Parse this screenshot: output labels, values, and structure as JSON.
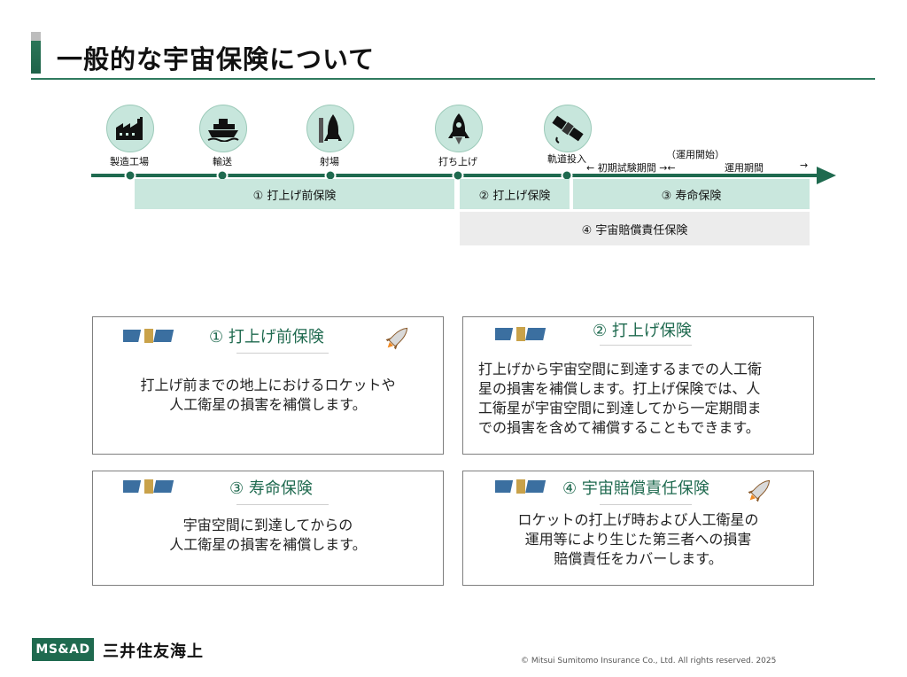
{
  "title": "一般的な宇宙保険について",
  "timeline": {
    "stages": [
      {
        "label": "製造工場",
        "icon": "factory-icon"
      },
      {
        "label": "輸送",
        "icon": "ship-icon"
      },
      {
        "label": "射場",
        "icon": "launch-tower-icon"
      },
      {
        "label": "打ち上げ",
        "icon": "rocket-icon"
      },
      {
        "label": "軌道投入",
        "icon": "satellite-icon"
      }
    ],
    "ops_start": "（運用開始）",
    "initial_test_period": "← 初期試験期間 →←",
    "operation_period": "運用期間",
    "end_arrow": "→",
    "bands": {
      "pre_launch": "① 打上げ前保険",
      "launch": "② 打上げ保険",
      "life": "③ 寿命保険",
      "liability": "④ 宇宙賠償責任保険"
    }
  },
  "cards": [
    {
      "heading": "① 打上げ前保険",
      "lines": [
        "打上げ前までの地上におけるロケットや",
        "人工衛星の損害を補償します。"
      ]
    },
    {
      "heading": "② 打上げ保険",
      "lines": [
        "打上げから宇宙空間に到達するまでの人工衛",
        "星の損害を補償します。打上げ保険では、人",
        "工衛星が宇宙空間に到達してから一定期間ま",
        "での損害を含めて補償することもできます。"
      ]
    },
    {
      "heading": "③ 寿命保険",
      "lines": [
        "宇宙空間に到達してからの",
        "人工衛星の損害を補償します。"
      ]
    },
    {
      "heading": "④ 宇宙賠償責任保険",
      "lines": [
        "ロケットの打上げ時および人工衛星の",
        "運用等により生じた第三者への損害",
        "賠償責任をカバーします。"
      ]
    }
  ],
  "footer": {
    "logo": "MS&AD",
    "company": "三井住友海上",
    "copyright": "© Mitsui Sumitomo Insurance Co., Ltd. All rights reserved.   2025"
  },
  "colors": {
    "brand_green": "#1f6a4f",
    "band_green": "#c9e7dd",
    "band_gray": "#ececec"
  }
}
